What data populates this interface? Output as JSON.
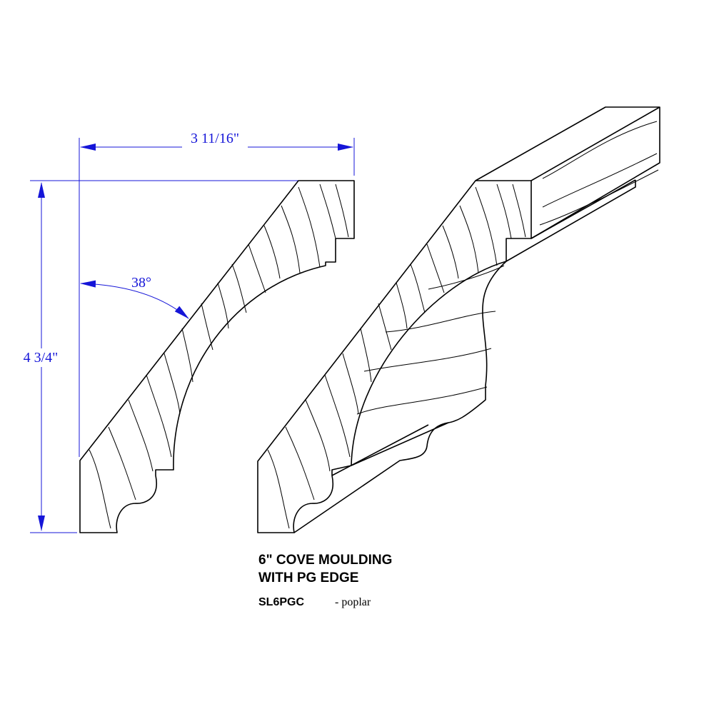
{
  "dimensions": {
    "width": "3 11/16\"",
    "height": "4 3/4\"",
    "angle": "38°"
  },
  "caption": {
    "line1": "6\" COVE MOULDING",
    "line2": "WITH PG EDGE",
    "code": "SL6PGC",
    "material": "- poplar"
  },
  "colors": {
    "dimension": "#1515d8",
    "line": "#000000",
    "background": "#ffffff"
  }
}
